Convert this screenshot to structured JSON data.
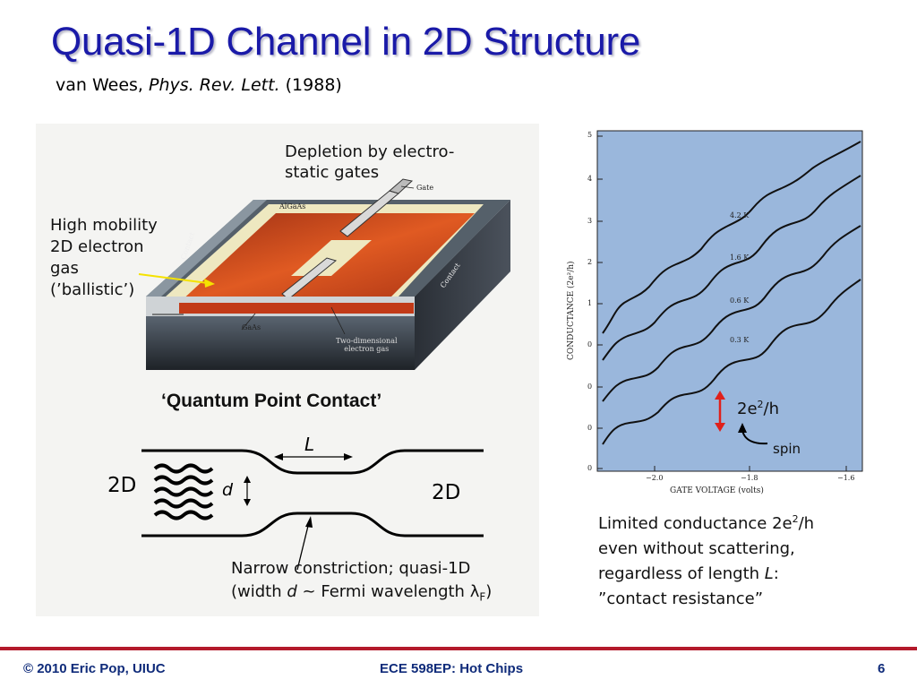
{
  "slide": {
    "title": "Quasi-1D Channel in 2D Structure",
    "subtitle_prefix": "van Wees, ",
    "subtitle_journal": "Phys. Rev. Lett.",
    "subtitle_suffix": " (1988)"
  },
  "device": {
    "depletion_line1": "Depletion by electro-",
    "depletion_line2": "static gates",
    "gate_label": "Gate",
    "algaas_label": "AlGaAs",
    "gaas_label": "GaAs",
    "contact_label": "Contact",
    "twodeg_line1": "Two-dimensional",
    "twodeg_line2": "electron gas",
    "mobility_lines": [
      "High mobility",
      "2D electron",
      "gas",
      "(’ballistic’)"
    ],
    "qpc_caption": "‘Quantum Point Contact’"
  },
  "schematic": {
    "length_label": "L",
    "width_label": "d",
    "left_label": "2D",
    "right_label": "2D",
    "constriction_line1": "Narrow constriction; quasi-1D",
    "constriction_line2_prefix": "(width ",
    "constriction_line2_var": "d",
    "constriction_line2_mid": " ~ Fermi wavelength ",
    "lambda": "λ",
    "lambda_sub": "F",
    "close_paren": ")"
  },
  "plot": {
    "ylabel": "CONDUCTANCE (2e²/h)",
    "xlabel": "GATE VOLTAGE (volts)",
    "yticks": [
      "5",
      "4",
      "3",
      "2",
      "1",
      "0",
      "0",
      "0",
      "0"
    ],
    "xticks": [
      "−2.0",
      "−1.8",
      "−1.6"
    ],
    "temps": [
      "4.2 K",
      "1.6 K",
      "0.6 K",
      "0.3 K"
    ],
    "annotation_main": "2e",
    "annotation_sup": "2",
    "annotation_rest": "/h",
    "spin_label": "spin",
    "background": "#9ab7dc"
  },
  "conclusion": {
    "line1": "Limited conductance 2e",
    "line1_sup": "2",
    "line1_end": "/h",
    "line2": "even without scattering,",
    "line3_prefix": "regardless of length ",
    "line3_var": "L",
    "line3_suffix": ":",
    "line4": "”contact resistance”"
  },
  "footer": {
    "left": "© 2010 Eric Pop, UIUC",
    "center": "ECE 598EP: Hot Chips",
    "page": "6"
  },
  "colors": {
    "title": "#1a1aa8",
    "footer_line": "#b3192b",
    "footer_text": "#0f2b7a",
    "arrow_red": "#e0201a"
  }
}
